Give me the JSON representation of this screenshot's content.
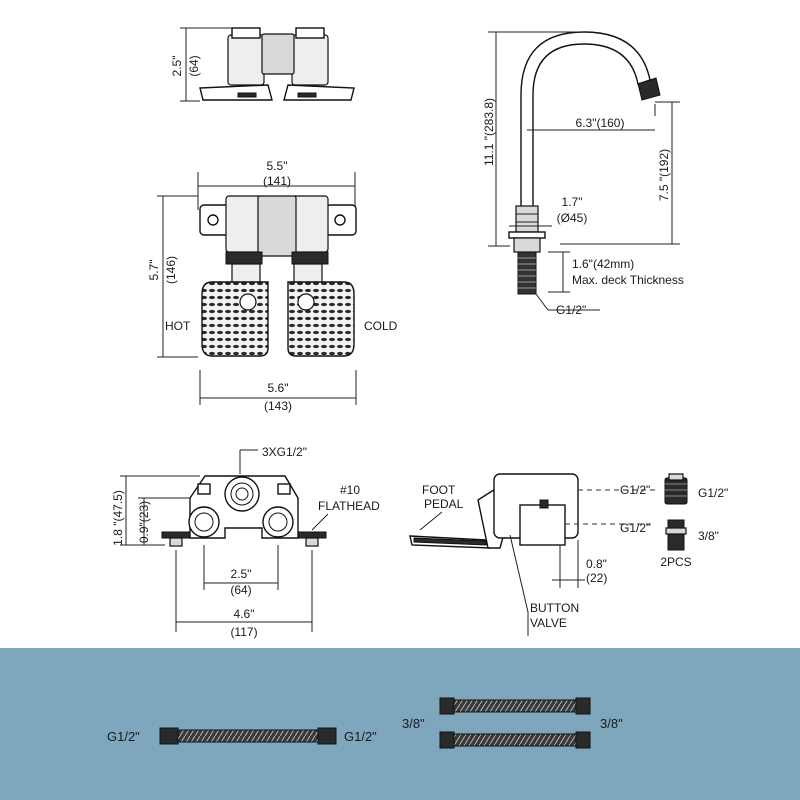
{
  "colors": {
    "accessory_band": "#7ea7bd",
    "line": "#222222",
    "hose_dark": "#2b2b2b"
  },
  "top_view": {
    "height_in": "2.5\"",
    "height_mm": "(64)"
  },
  "front_view": {
    "width_in": "5.5\"",
    "width_mm": "(141)",
    "height_in": "5.7\"",
    "height_mm": "(146)",
    "hot_label": "HOT",
    "cold_label": "COLD",
    "pedal_width_in": "5.6\"",
    "pedal_width_mm": "(143)"
  },
  "faucet": {
    "height": "11.1 \"(283.8)",
    "reach": "6.3\"(160)",
    "spout_height": "7.5 \"(192)",
    "base_diameter_in": "1.7\"",
    "base_diameter_mm": "(Ø45)",
    "deck_thickness": "1.6\"(42mm)",
    "deck_note": "Max. deck Thickness",
    "thread": "G1/2\""
  },
  "valve_body": {
    "ports": "3XG1/2\"",
    "screw": "#10",
    "screw_type": "FLATHEAD",
    "height_total": "1.8 \"(47.5)",
    "height_port": "0.9\"(23)",
    "port_spacing_in": "2.5\"",
    "port_spacing_mm": "(64)",
    "width_in": "4.6\"",
    "width_mm": "(117)"
  },
  "side_view": {
    "foot_label": "FOOT",
    "pedal_label": "PEDAL",
    "port_top": "G1/2\"",
    "port_bottom": "G1/2\"",
    "depth_in": "0.8\"",
    "depth_mm": "(22)",
    "button_label": "BUTTON",
    "valve_label": "VALVE"
  },
  "adapters": {
    "top": "G1/2\"",
    "bottom": "3/8\"",
    "qty": "2PCS"
  },
  "hoses": {
    "single_left": "G1/2\"",
    "single_right": "G1/2\"",
    "pair_left": "3/8\"",
    "pair_right": "3/8\""
  }
}
